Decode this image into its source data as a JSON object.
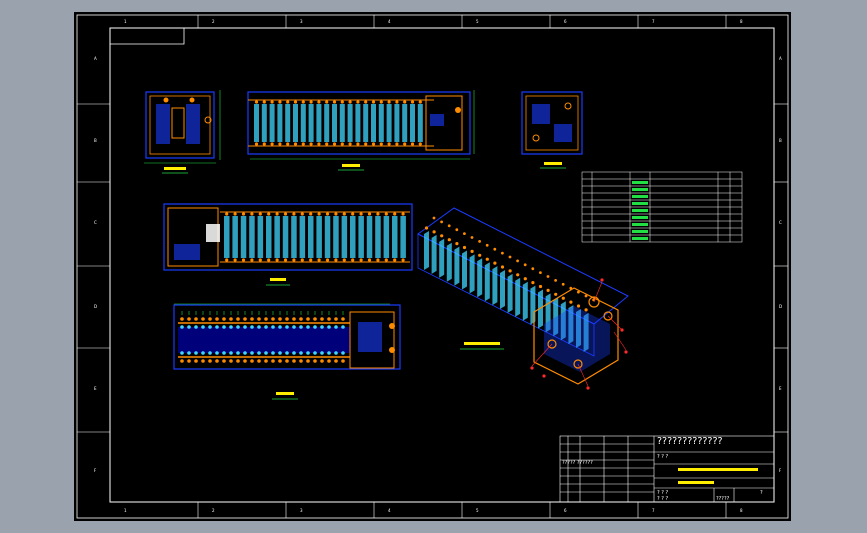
{
  "drawing": {
    "border_numbers": [
      "1",
      "2",
      "3",
      "4",
      "5",
      "6",
      "7",
      "8"
    ],
    "border_letters": [
      "A",
      "B",
      "C",
      "D",
      "E",
      "F"
    ],
    "title_main": "?????????????",
    "title_rows": [
      "? ? ?",
      "? ? ?",
      "? ? ?",
      "? ? ?"
    ],
    "title_row_mid": "????? ??????",
    "title_small_a": "?????",
    "title_small_b": "?",
    "colors": {
      "background": "#000000",
      "frame": "#ffffff",
      "part_blue": "#1a3cff",
      "part_orange": "#ff8c00",
      "part_cyan": "#3fd7ff",
      "part_yellow": "#ffee00",
      "part_green": "#22dd44",
      "part_red": "#ff2a2a"
    }
  }
}
